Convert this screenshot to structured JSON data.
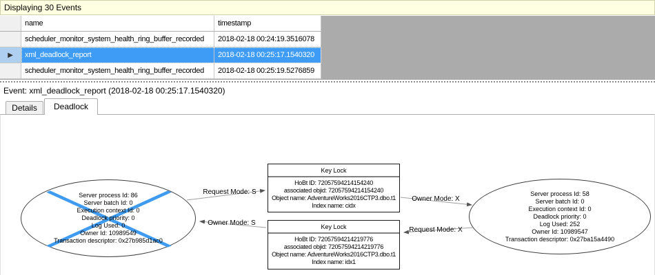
{
  "info_bar": {
    "text": "Displaying 30 Events"
  },
  "grid": {
    "columns": {
      "name": "name",
      "timestamp": "timestamp"
    },
    "rows": [
      {
        "name": "scheduler_monitor_system_health_ring_buffer_recorded",
        "timestamp": "2018-02-18 00:24:19.3516078"
      },
      {
        "name": "xml_deadlock_report",
        "timestamp": "2018-02-18 00:25:17.1540320"
      },
      {
        "name": "scheduler_monitor_system_health_ring_buffer_recorded",
        "timestamp": "2018-02-18 00:25:19.5276859"
      }
    ],
    "selected_row_index": 1,
    "current_row_marker": "▶"
  },
  "event_bar": {
    "text": "Event: xml_deadlock_report (2018-02-18 00:25:17.1540320)"
  },
  "tabs": {
    "details": "Details",
    "deadlock": "Deadlock",
    "active": "Deadlock"
  },
  "deadlock_graph": {
    "victim_process": {
      "is_victim": true,
      "lines": [
        "Server process Id: 86",
        "Server batch Id: 0",
        "Execution context Id: 0",
        "Deadlock priority: 0",
        "Log Used: 0",
        "Owner Id: 10989549",
        "Transaction descriptor: 0x27b985d1ac0"
      ]
    },
    "owner_process": {
      "is_victim": false,
      "lines": [
        "Server process Id: 58",
        "Server batch Id: 0",
        "Execution context Id: 0",
        "Deadlock priority: 0",
        "Log Used: 252",
        "Owner Id: 10989547",
        "Transaction descriptor: 0x27ba15a4490"
      ]
    },
    "key_lock_top": {
      "title": "Key Lock",
      "lines": [
        "HoBt ID: 72057594214154240",
        "associated objid: 72057594214154240",
        "Object name: AdventureWorks2016CTP3.dbo.t1",
        "Index name: cidx"
      ]
    },
    "key_lock_bottom": {
      "title": "Key Lock",
      "lines": [
        "HoBt ID: 72057594214219776",
        "associated objid: 72057594214219776",
        "Object name: AdventureWorks2016CTP3.dbo.t1",
        "Index name: idx1"
      ]
    },
    "edge_labels": {
      "request_s": "Request Mode: S",
      "owner_s": "Owner Mode: S",
      "owner_x": "Owner Mode: X",
      "request_x": "Request Mode: X"
    }
  },
  "colors": {
    "selection_blue": "#3E9CF7",
    "victim_x_blue": "#3F9BF0",
    "info_bar_bg": "#FFFFE1",
    "grid_filler_gray": "#ABABAB",
    "arrow_gray": "#A0A0A0"
  }
}
